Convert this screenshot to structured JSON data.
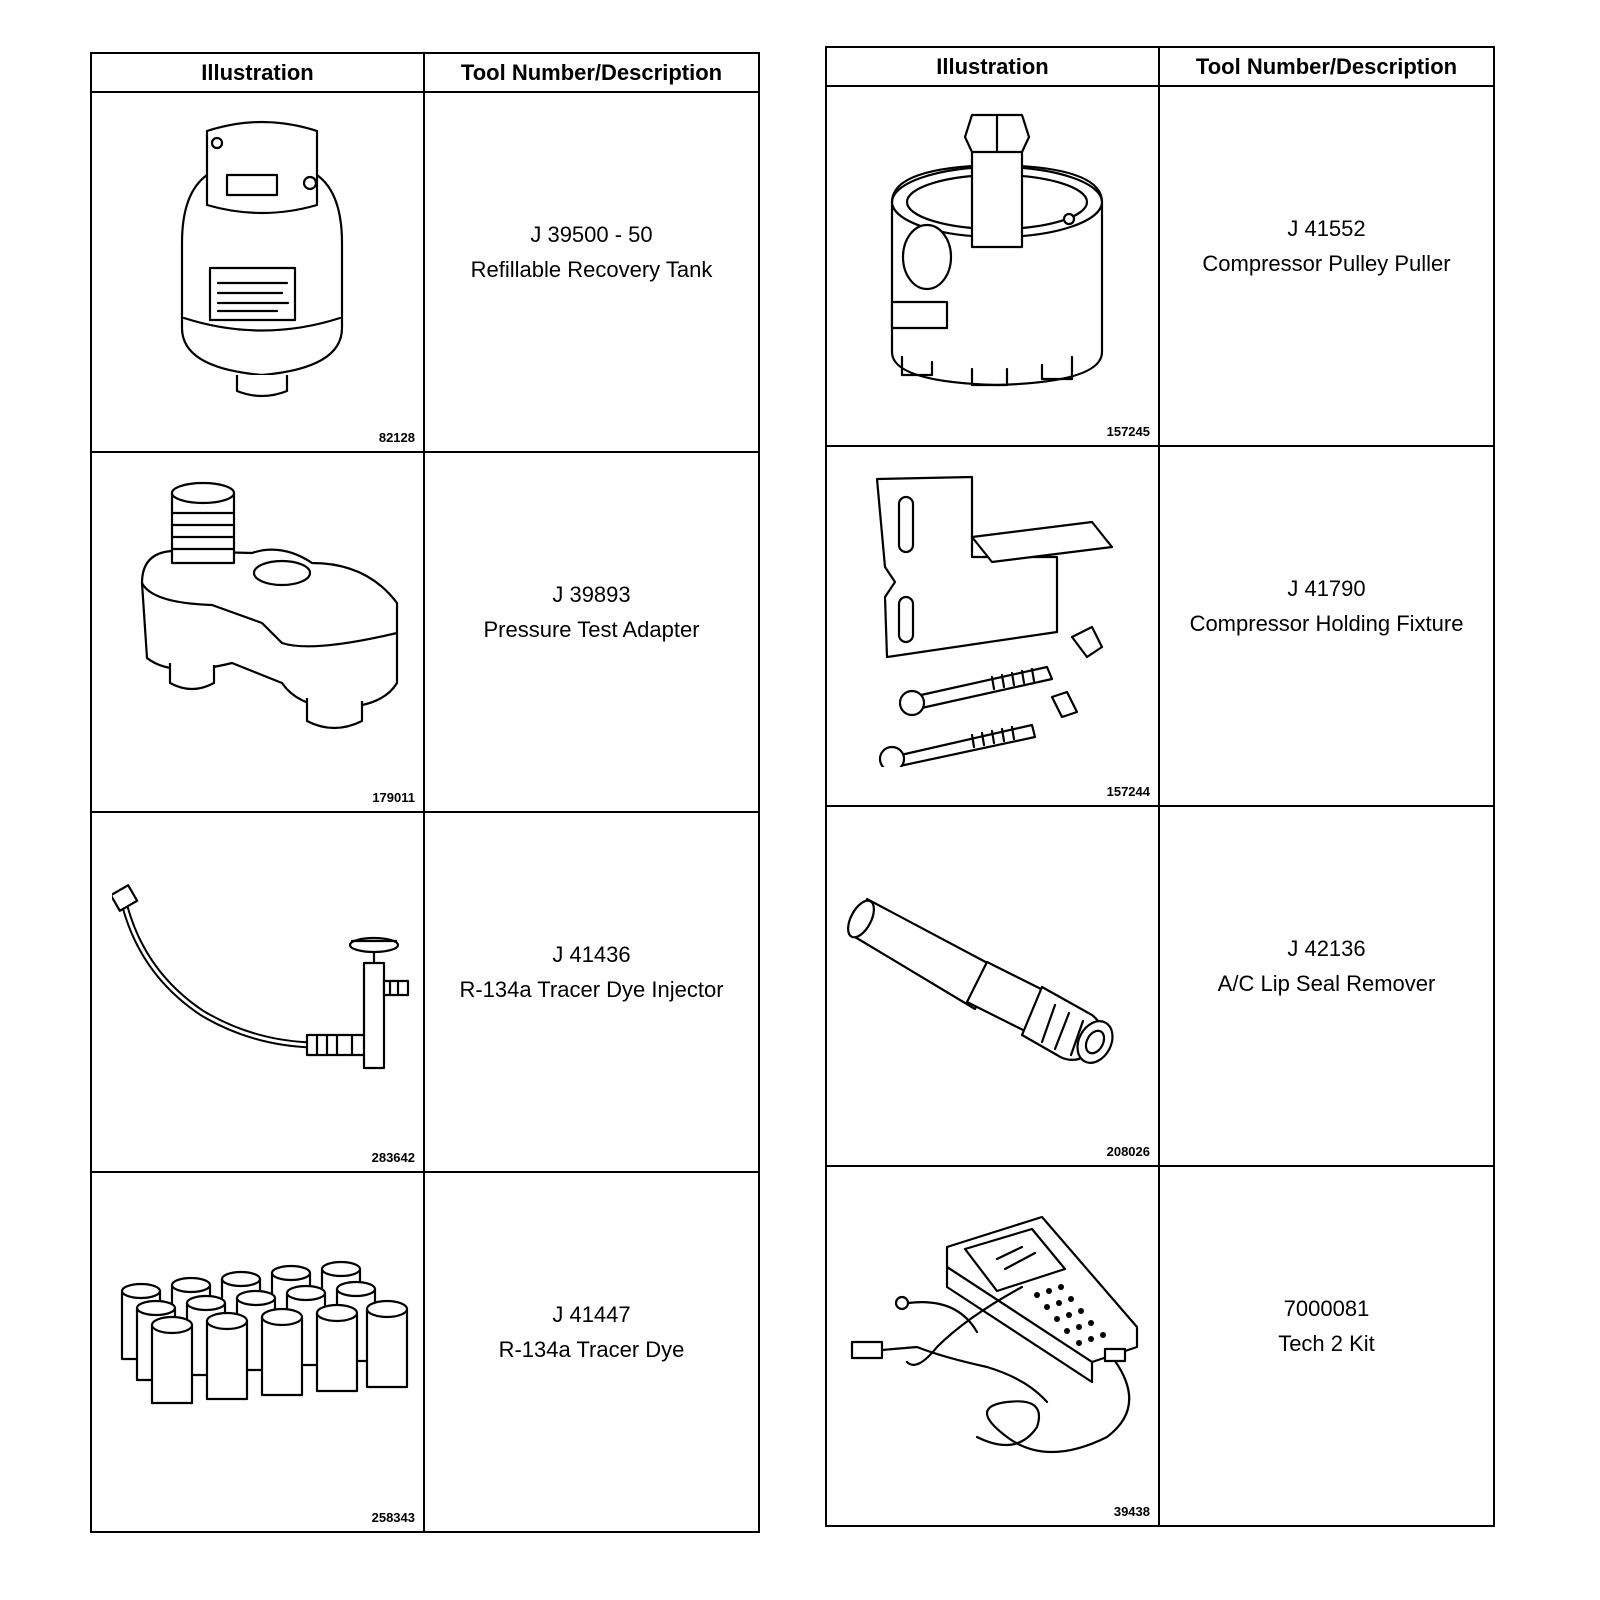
{
  "tables": [
    {
      "headers": {
        "illustration": "Illustration",
        "tool": "Tool Number/Description"
      },
      "rows": [
        {
          "figure": "82128",
          "icon": "recovery-tank",
          "tool_number": "J 39500 - 50",
          "description": "Refillable Recovery Tank"
        },
        {
          "figure": "179011",
          "icon": "pressure-test-adapter",
          "tool_number": "J 39893",
          "description": "Pressure Test Adapter"
        },
        {
          "figure": "283642",
          "icon": "dye-injector",
          "tool_number": "J 41436",
          "description": "R-134a Tracer Dye Injector"
        },
        {
          "figure": "258343",
          "icon": "dye-bottles",
          "tool_number": "J 41447",
          "description": "R-134a Tracer Dye"
        }
      ]
    },
    {
      "headers": {
        "illustration": "Illustration",
        "tool": "Tool Number/Description"
      },
      "rows": [
        {
          "figure": "157245",
          "icon": "pulley-puller",
          "tool_number": "J 41552",
          "description": "Compressor Pulley Puller"
        },
        {
          "figure": "157244",
          "icon": "holding-fixture",
          "tool_number": "J 41790",
          "description": "Compressor Holding Fixture"
        },
        {
          "figure": "208026",
          "icon": "lip-seal-remover",
          "tool_number": "J 42136",
          "description": "A/C Lip Seal Remover"
        },
        {
          "figure": "39438",
          "icon": "scan-tool",
          "tool_number": "7000081",
          "description": "Tech 2 Kit"
        }
      ]
    }
  ]
}
